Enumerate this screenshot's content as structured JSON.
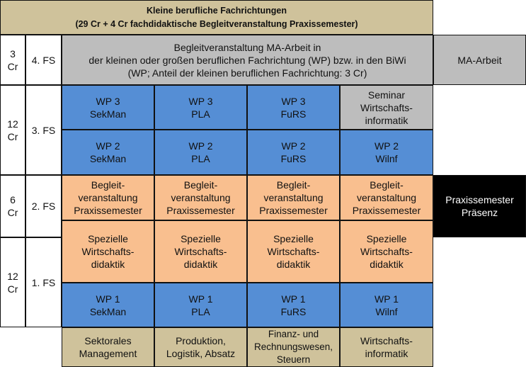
{
  "header": {
    "title": "Kleine berufliche Fachrichtungen",
    "subtitle": "(29 Cr + 4 Cr fachdidaktische Begleitveranstaltung Praxissemester)"
  },
  "credits": [
    "3\nCr",
    "12\nCr",
    "6\nCr",
    "12\nCr"
  ],
  "semesters": [
    "4. FS",
    "3. FS",
    "2. FS",
    "1. FS"
  ],
  "row_4fs": {
    "main": "Begleitveranstaltung MA-Arbeit in\nder kleinen oder großen beruflichen Fachrichtung (WP) bzw. in den BiWi\n(WP; Anteil der kleinen beruflichen Fachrichtung: 3 Cr)",
    "side": "MA-Arbeit"
  },
  "row_wp3": [
    "WP 3\nSekMan",
    "WP 3\nPLA",
    "WP 3\nFuRS",
    "Seminar\nWirtschafts-\ninformatik"
  ],
  "row_wp2": [
    "WP 2\nSekMan",
    "WP 2\nPLA",
    "WP 2\nFuRS",
    "WP 2\nWilnf"
  ],
  "row_begleit": [
    "Begleit-\nveranstaltung\nPraxissemester",
    "Begleit-\nveranstaltung\nPraxissemester",
    "Begleit-\nveranstaltung\nPraxissemester",
    "Begleit-\nveranstaltung\nPraxissemester"
  ],
  "praxis": "Praxissemester\nPräsenz",
  "row_didaktik": [
    "Spezielle\nWirtschafts-\ndidaktik",
    "Spezielle\nWirtschafts-\ndidaktik",
    "Spezielle\nWirtschafts-\ndidaktik",
    "Spezielle\nWirtschafts-\ndidaktik"
  ],
  "row_wp1": [
    "WP 1\nSekMan",
    "WP 1\nPLA",
    "WP 1\nFuRS",
    "WP 1\nWilnf"
  ],
  "row_bottom": [
    "Sektorales\nManagement",
    "Produktion,\nLogistik, Absatz",
    "Finanz- und\nRechnungswesen,\nSteuern",
    "Wirtschafts-\ninformatik"
  ],
  "colors": {
    "header": "#cfc29b",
    "grey": "#bdbdbd",
    "blue": "#558ed5",
    "peach": "#f9bf8f",
    "tan": "#cfc29b",
    "black": "#000000"
  }
}
